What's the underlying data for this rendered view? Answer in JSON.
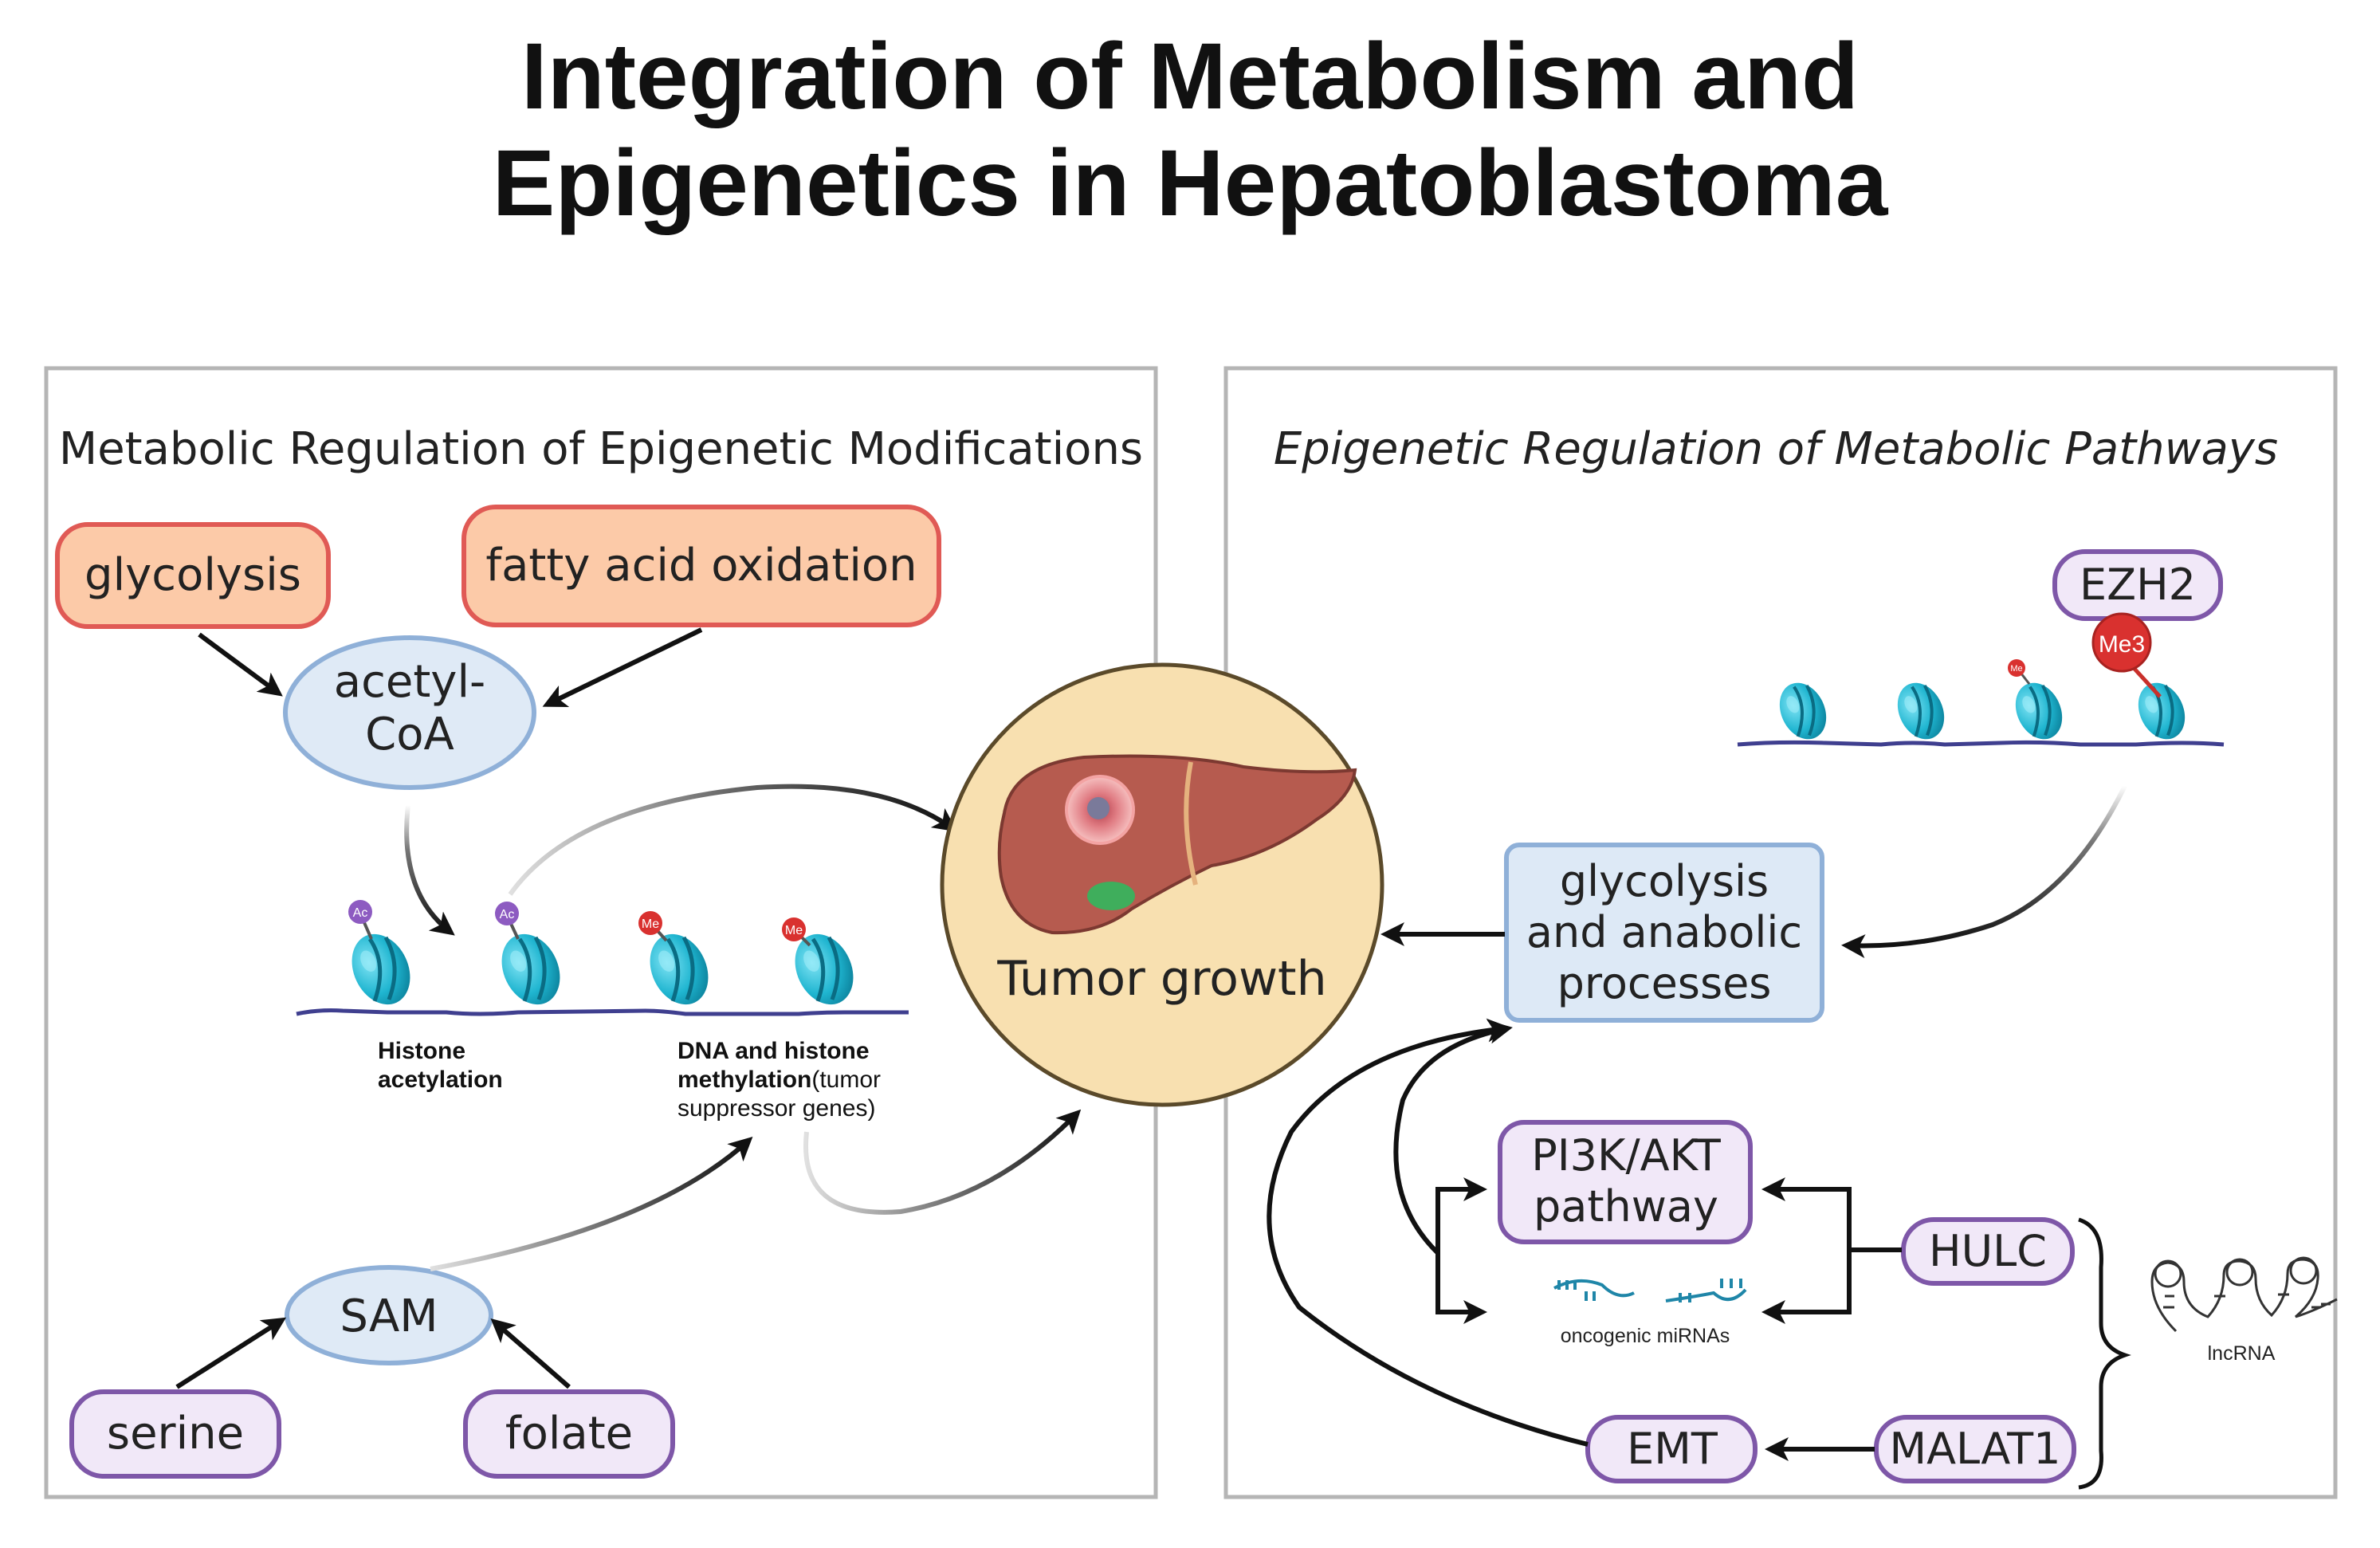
{
  "title": {
    "line1": "Integration of Metabolism and",
    "line2": "Epigenetics in Hepatoblastoma"
  },
  "left_panel": {
    "heading": "Metabolic Regulation of Epigenetic Modifications",
    "glycolysis": "glycolysis",
    "fatty_acid_oxidation": "fatty acid oxidation",
    "acetyl_coa_line1": "acetyl-",
    "acetyl_coa_line2": "CoA",
    "histone_acetylation_line1": "Histone",
    "histone_acetylation_line2": "acetylation",
    "methylation_line1": "DNA and histone",
    "methylation_line2_bold": "methylation",
    "methylation_line2_rest": "(tumor",
    "methylation_line3": "suppressor genes)",
    "sam": "SAM",
    "serine": "serine",
    "folate": "folate",
    "ac_mark": "Ac",
    "me_mark": "Me"
  },
  "center": {
    "tumor_growth": "Tumor growth"
  },
  "right_panel": {
    "heading": "Epigenetic Regulation of Metabolic Pathways",
    "ezh2": "EZH2",
    "me3": "Me3",
    "glyco_anabolic_line1": "glycolysis",
    "glyco_anabolic_line2": "and anabolic",
    "glyco_anabolic_line3": "processes",
    "pi3k_line1": "PI3K/AKT",
    "pi3k_line2": "pathway",
    "oncogenic_mirnas": "oncogenic miRNAs",
    "hulc": "HULC",
    "malat1": "MALAT1",
    "emt": "EMT",
    "lncrna": "lncRNA",
    "me_mark": "Me"
  },
  "colors": {
    "metabolic_box_fill": "#fccaa8",
    "metabolic_box_stroke": "#e05a55",
    "metabolite_fill": "#dfeaf6",
    "metabolite_stroke": "#8fb0d8",
    "amino_box_fill": "#f1e8f8",
    "amino_box_stroke": "#7e57a8",
    "process_box_fill": "#dde9f6",
    "process_box_stroke": "#8fb0d8",
    "tumor_fill": "#f8e0b0",
    "tumor_stroke": "#5b4a2a",
    "nucleosome": "#1fb5d0",
    "dna_line": "#3f3f8f",
    "acetyl_mark": "#8d5bc1",
    "methyl_mark": "#d9312f",
    "panel_border": "#b5b5b5"
  },
  "icons": [
    "liver-tumor-icon",
    "nucleosome-icon",
    "mirna-icon",
    "lncrna-hairpin-icon",
    "curly-brace-icon"
  ]
}
